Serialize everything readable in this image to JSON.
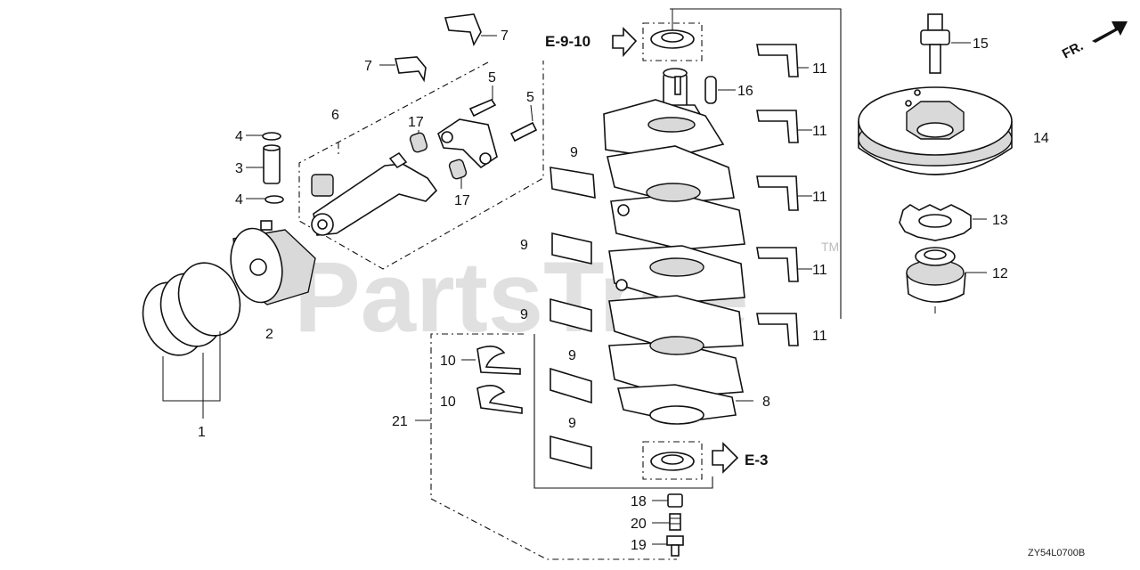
{
  "watermark": {
    "text": "PartsTree",
    "tm": "TM"
  },
  "diagram_code": "ZY54L0700B",
  "front_indicator": "FR.",
  "refs": {
    "upper": "E-9-10",
    "lower": "E-3"
  },
  "callouts": {
    "c1": "1",
    "c2": "2",
    "c3": "3",
    "c4a": "4",
    "c4b": "4",
    "c5a": "5",
    "c5b": "5",
    "c6": "6",
    "c7a": "7",
    "c7b": "7",
    "c8": "8",
    "c9a": "9",
    "c9b": "9",
    "c9c": "9",
    "c9d": "9",
    "c9e": "9",
    "c10a": "10",
    "c10b": "10",
    "c11a": "11",
    "c11b": "11",
    "c11c": "11",
    "c11d": "11",
    "c11e": "11",
    "c12": "12",
    "c13": "13",
    "c14": "14",
    "c15": "15",
    "c16": "16",
    "c17a": "17",
    "c17b": "17",
    "c18": "18",
    "c19": "19",
    "c20": "20",
    "c21": "21"
  }
}
